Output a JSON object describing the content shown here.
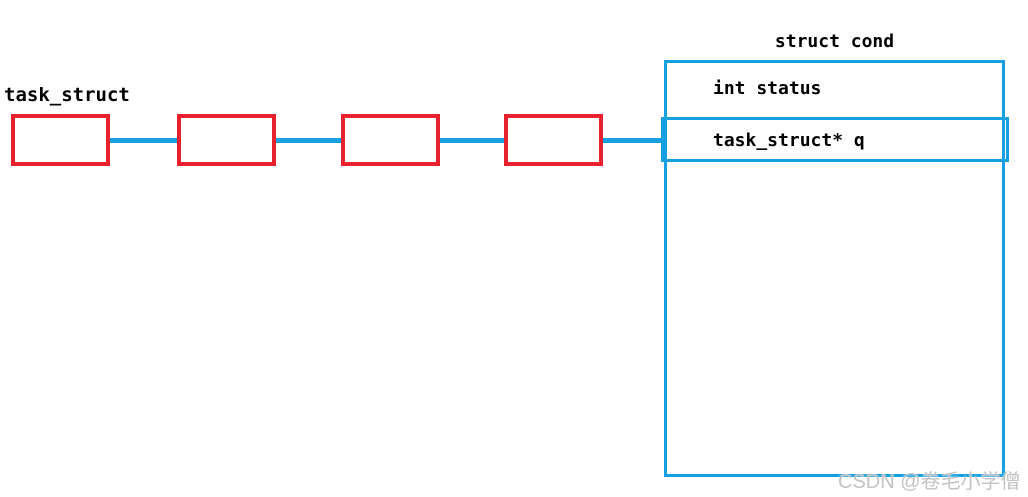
{
  "diagram": {
    "list_label": "task_struct",
    "list_node_count": 4,
    "struct": {
      "title": "struct cond",
      "fields": [
        {
          "label": "int status"
        },
        {
          "label": "task_struct* q"
        }
      ]
    },
    "colors": {
      "node_border": "#e8212e",
      "line_and_struct_border": "#16a0e0",
      "text": "#000000",
      "watermark": "#c3c3c3"
    },
    "watermark": "CSDN @卷毛小学僧"
  }
}
